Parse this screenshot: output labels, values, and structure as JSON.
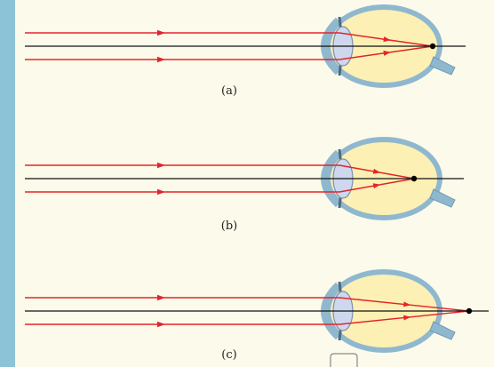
{
  "diagrams": [
    {
      "caption": "(a)",
      "focus": "on-retina"
    },
    {
      "caption": "(b)",
      "focus": "in-front-of-retina"
    },
    {
      "caption": "(c)",
      "focus": "behind-retina"
    }
  ],
  "colors": {
    "background": "#fcfaea",
    "left_band": "#8dc3d6",
    "ray": "#e3242b",
    "axis": "#111111",
    "sclera": "#8fb8cf",
    "vitreous": "#fcf0b4",
    "lens": "#cdd8ee",
    "focal_point": "#000000"
  },
  "icons": {
    "arrowhead": "triangle-arrow-icon",
    "eye": "eye-cross-section-icon"
  }
}
